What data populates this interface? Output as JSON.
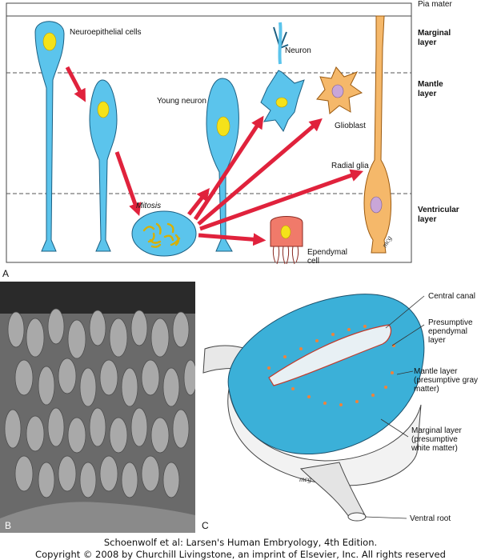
{
  "panel_a": {
    "letter": "A",
    "layers": {
      "pia": "Pia mater",
      "marginal": "Marginal layer",
      "mantle": "Mantle layer",
      "ventricular": "Ventricular layer"
    },
    "labels": {
      "neuroepithelial": "Neuroepithelial cells",
      "neuron": "Neuron",
      "young_neuron": "Young neuron",
      "glioblast": "Glioblast",
      "radial_glia": "Radial glia",
      "mitosis": "Mitosis",
      "ependymal": "Ependymal cell",
      "signature": "mcg"
    }
  },
  "panel_b": {
    "letter": "B"
  },
  "panel_c": {
    "letter": "C",
    "labels": {
      "central_canal": "Central canal",
      "presumptive_ependymal": "Presumptive ependymal layer",
      "mantle": "Mantle layer (presumptive gray matter)",
      "marginal": "Marginal layer (presumptive white matter)",
      "ventral_root": "Ventral root",
      "signature": "mcg"
    }
  },
  "footer": {
    "line1": "Schoenwolf et al: Larsen's Human Embryology, 4th Edition.",
    "line2": "Copyright © 2008 by Churchill Livingstone, an imprint of Elsevier, Inc. All rights reserved"
  },
  "colors": {
    "cell_blue": "#5bc4ec",
    "nucleus_yellow": "#f5e21a",
    "arrow_red": "#e0223c",
    "glia_orange": "#f5b86a",
    "ependymal_salmon": "#f07a6a",
    "glia_nucleus": "#c9a6d8"
  }
}
